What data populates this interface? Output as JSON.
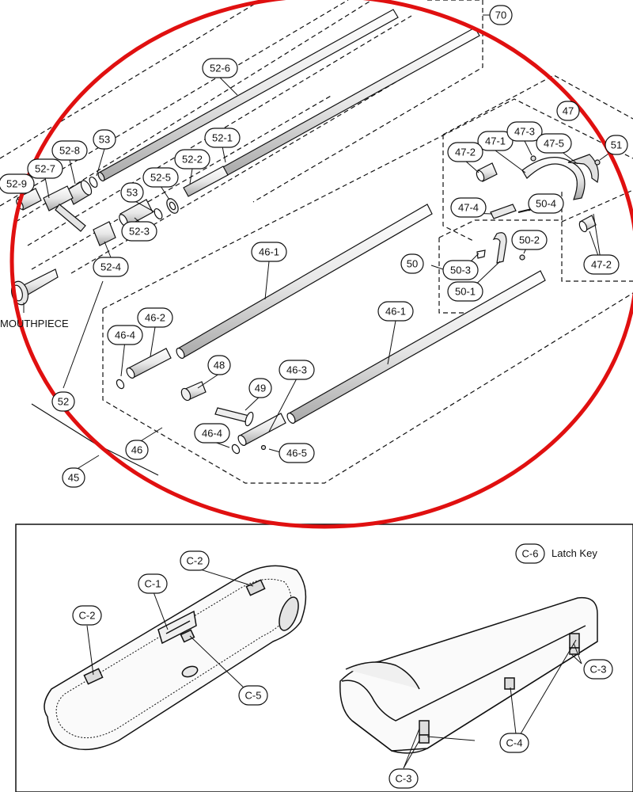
{
  "mouthpiece_label": "MOUTHPIECE",
  "latch_key_label": "Latch Key",
  "callouts": {
    "c70": "70",
    "c47": "47",
    "c52_6": "52-6",
    "c52_1": "52-1",
    "c52_2": "52-2",
    "c52_5": "52-5",
    "c53a": "53",
    "c53b": "53",
    "c52_8": "52-8",
    "c52_7": "52-7",
    "c52_9": "52-9",
    "c52_3": "52-3",
    "c52_4": "52-4",
    "c52": "52",
    "c45": "45",
    "c46": "46",
    "c46_1a": "46-1",
    "c46_1b": "46-1",
    "c46_2": "46-2",
    "c46_3": "46-3",
    "c46_4a": "46-4",
    "c46_4b": "46-4",
    "c46_5": "46-5",
    "c48": "48",
    "c49": "49",
    "c47_1": "47-1",
    "c47_2a": "47-2",
    "c47_2b": "47-2",
    "c47_3": "47-3",
    "c47_4": "47-4",
    "c47_5": "47-5",
    "c51": "51",
    "c50": "50",
    "c50_1": "50-1",
    "c50_2": "50-2",
    "c50_3": "50-3",
    "c50_4": "50-4",
    "cC1": "C-1",
    "cC2a": "C-2",
    "cC2b": "C-2",
    "cC3a": "C-3",
    "cC3b": "C-3",
    "cC4": "C-4",
    "cC5": "C-5",
    "cC6": "C-6"
  },
  "colors": {
    "highlight_ring": "#e01010",
    "line": "#111111",
    "part_fill": "#f4f4f4",
    "part_shade": "#cfcfcf"
  }
}
